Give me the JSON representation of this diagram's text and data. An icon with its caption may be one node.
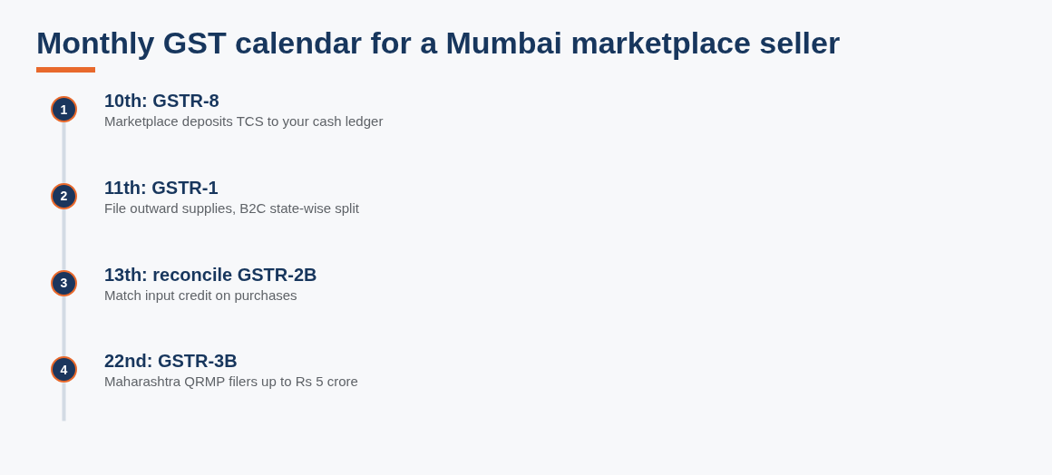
{
  "diagram": {
    "title": "Monthly GST calendar for a Mumbai marketplace seller",
    "nodes": [
      {
        "text": [
          "1"
        ],
        "beside": [
          "10th: GSTR-8",
          "Marketplace deposits TCS to your cash ledger"
        ]
      },
      {
        "text": [
          "2"
        ],
        "beside": [
          "11th: GSTR-1",
          "File outward supplies, B2C state-wise split"
        ]
      },
      {
        "text": [
          "3"
        ],
        "beside": [
          "13th: reconcile GSTR-2B",
          "Match input credit on purchases"
        ]
      },
      {
        "text": [
          "4"
        ],
        "beside": [
          "22nd: GSTR-3B",
          "Maharashtra QRMP filers up to Rs 5 crore"
        ]
      }
    ],
    "edges": [
      {
        "from": 0,
        "to": 1,
        "arrow": "none"
      },
      {
        "from": 1,
        "to": 2,
        "arrow": "none"
      },
      {
        "from": 2,
        "to": 3,
        "arrow": "none"
      },
      {
        "from": 3,
        "to": null,
        "arrow": "none"
      }
    ]
  }
}
